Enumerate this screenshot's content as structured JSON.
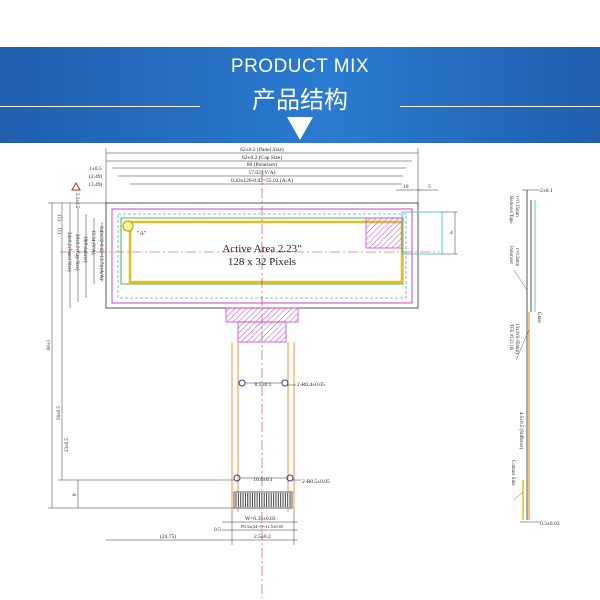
{
  "banner": {
    "title": "PRODUCT MIX",
    "subtitle": "产品结构"
  },
  "colors": {
    "banner": "#2a7bd2",
    "active_area": "#e0c020",
    "cap": "#d040d0",
    "fpc": "#f09030",
    "dim": "#0a1a8a"
  },
  "icons": {
    "down_arrow": "triangle-down",
    "warning": "warning-triangle"
  },
  "front_view": {
    "active_area_title": "Active Area 2.23\"",
    "active_area_pixels": "128 x 32 Pixels",
    "marker": "\"A\"",
    "top_dims": [
      "62±0.2 (Panel Size)",
      "62±0.2 (Cap Size)",
      "60 (Polarizer)",
      "57.02 (V/A)",
      "0.43x128-0.02=55.02 (A/A)"
    ],
    "left_offsets": [
      "1±0.5",
      "(2.49)",
      "(3.49)"
    ],
    "left_dims": [
      "(1)",
      "(1)",
      "2.3±0.5",
      "24±0.2 (Panel Size)",
      "20±0.2 (Cap Size)",
      "18(Polarizer)",
      "15.34 (V/A)",
      "0.43x32-0.02=13.74 (A/A)"
    ],
    "vertical_dims": [
      "60±1",
      "56±0.5",
      "23±0.5",
      "8"
    ],
    "right_dims": [
      "10",
      "5",
      "4"
    ],
    "fpc_dims": [
      "8.5±0.1",
      "2-R0.4±0.05",
      "10.4±0.1",
      "2-R0.5±0.05",
      "W=0.35±0.03",
      "P0.5x(24-1)=11.5±0.05",
      "2.5±0.2",
      "0.5",
      "(24.75)"
    ]
  },
  "side_view": {
    "labels": [
      "Remove Tape",
      "t=0.15mm",
      "Polarizer",
      "t=0.2mm",
      "Glass",
      "TFE #1211B",
      "(3x3x0.05mm)",
      "Contact Side",
      "4.5±0.5 (Stiffener)"
    ],
    "dims": [
      "2±0.1",
      "0.3±0.03"
    ]
  }
}
